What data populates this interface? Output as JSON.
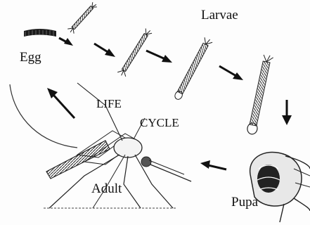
{
  "diagram": {
    "stages": {
      "egg": "Egg",
      "larvae": "Larvae",
      "pupa": "Pupa",
      "adult": "Adult"
    },
    "center_title": {
      "line1": "LIFE",
      "line2": "CYCLE"
    }
  }
}
